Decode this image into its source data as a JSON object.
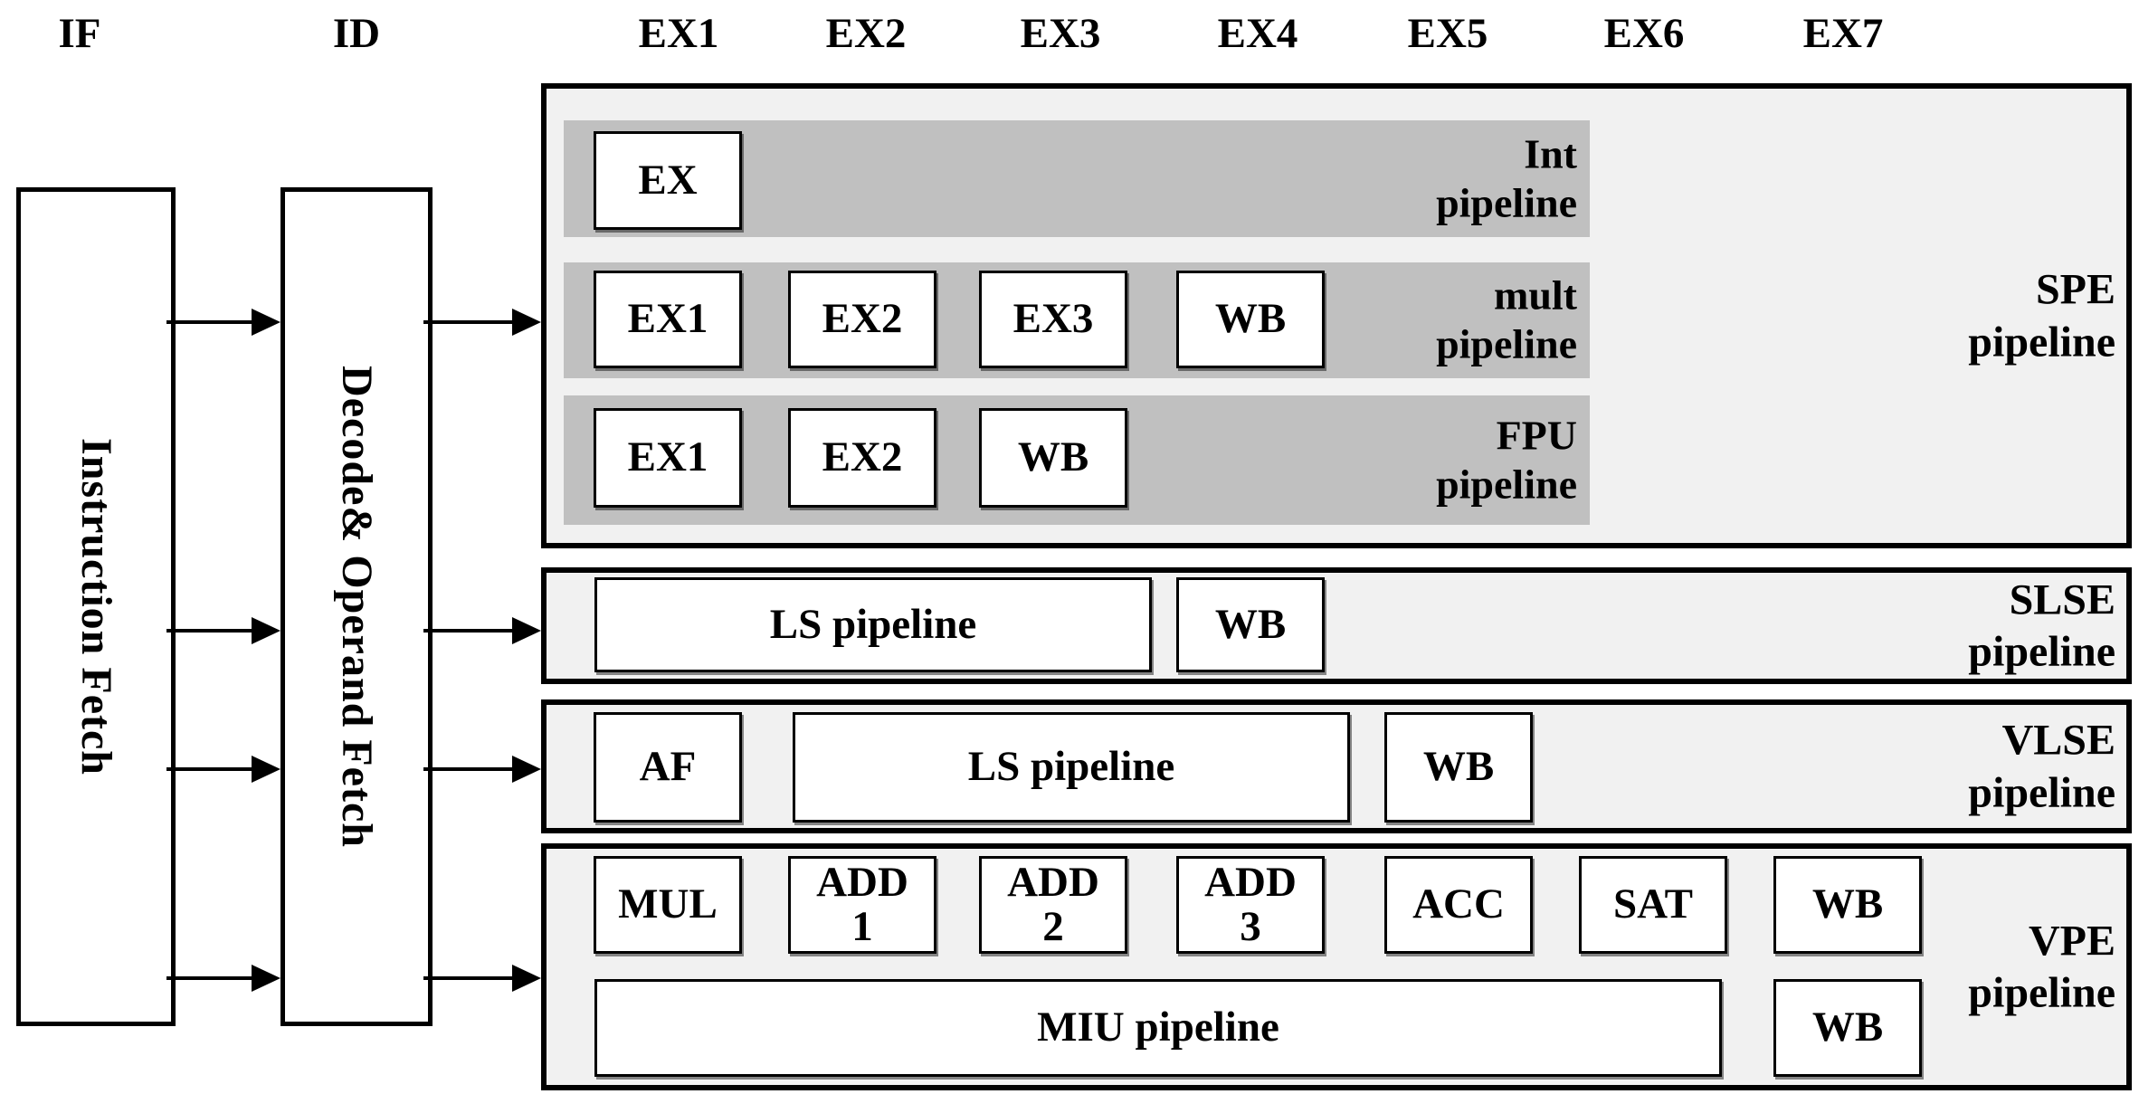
{
  "header": {
    "stages": [
      "IF",
      "ID",
      "EX1",
      "EX2",
      "EX3",
      "EX4",
      "EX5",
      "EX6",
      "EX7"
    ]
  },
  "frontend": {
    "instruction_fetch": "Instruction Fetch",
    "decode_operand_fetch": "Decode& Operand Fetch"
  },
  "spe": {
    "label": "SPE\npipeline",
    "int": {
      "label": "Int\npipeline",
      "stages": [
        "EX"
      ]
    },
    "mult": {
      "label": "mult\npipeline",
      "stages": [
        "EX1",
        "EX2",
        "EX3",
        "WB"
      ]
    },
    "fpu": {
      "label": "FPU\npipeline",
      "stages": [
        "EX1",
        "EX2",
        "WB"
      ]
    }
  },
  "slse": {
    "label": "SLSE\npipeline",
    "ls": "LS pipeline",
    "wb": "WB"
  },
  "vlse": {
    "label": "VLSE\npipeline",
    "af": "AF",
    "ls": "LS pipeline",
    "wb": "WB"
  },
  "vpe": {
    "label": "VPE\npipeline",
    "row1": [
      "MUL",
      "ADD\n1",
      "ADD\n2",
      "ADD\n3",
      "ACC",
      "SAT",
      "WB"
    ],
    "miu": "MIU pipeline",
    "wb": "WB"
  },
  "colors": {
    "panel_fill": "#f1f1f1",
    "band_fill": "#c0c0c0",
    "stage_fill": "#ffffff",
    "line": "#000000",
    "background": "#ffffff"
  }
}
